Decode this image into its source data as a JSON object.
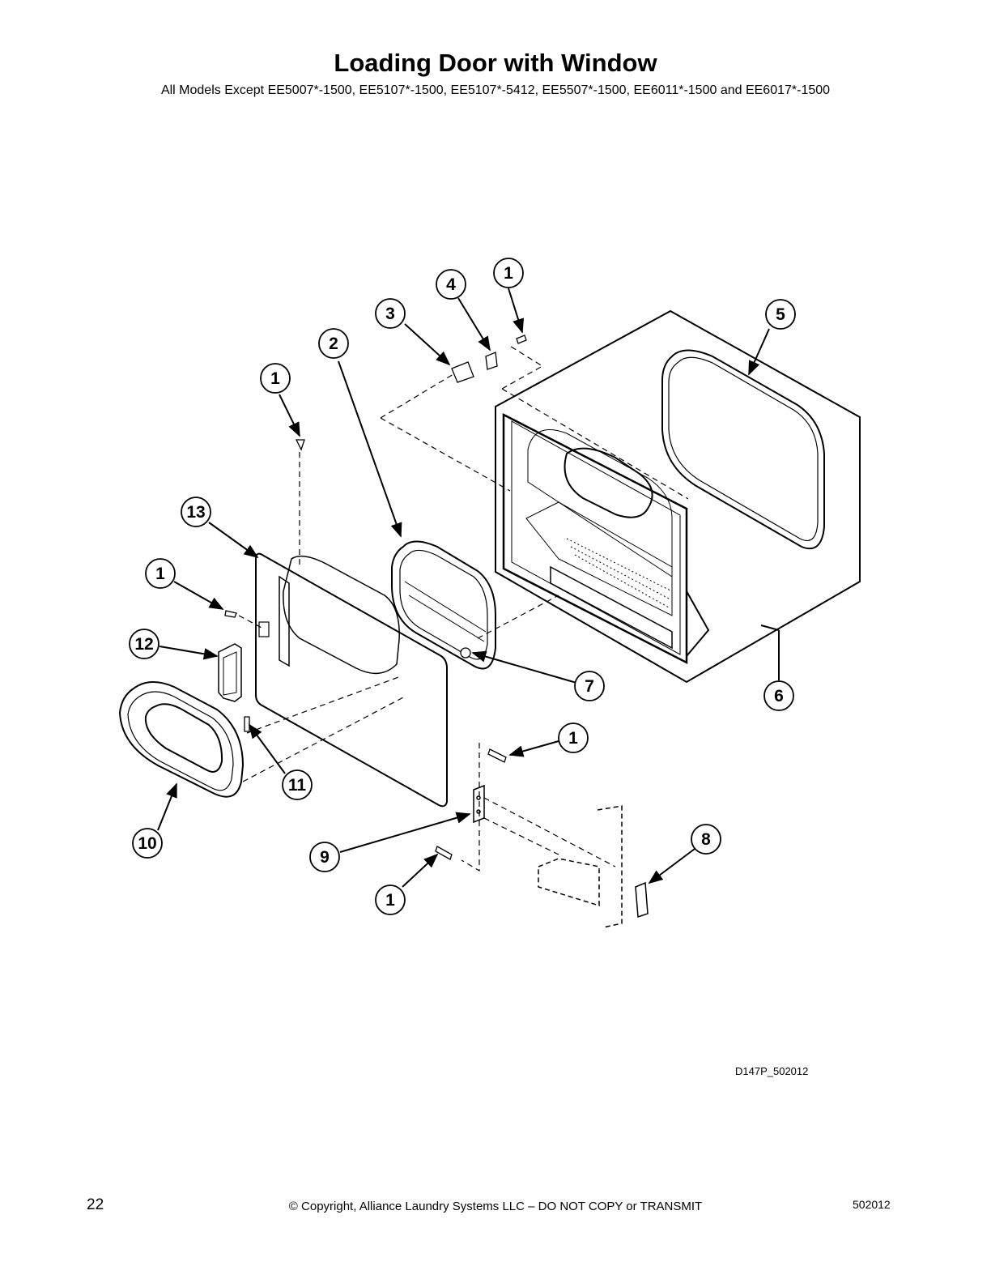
{
  "header": {
    "title": "Loading Door with Window",
    "subtitle": "All Models Except EE5007*-1500, EE5107*-1500, EE5107*-5412, EE5507*-1500, EE6011*-1500 and EE6017*-1500"
  },
  "diagram": {
    "drawing_id": "D147P_502012",
    "callouts": [
      {
        "id": "c1a",
        "label": "1"
      },
      {
        "id": "c4",
        "label": "4"
      },
      {
        "id": "c3",
        "label": "3"
      },
      {
        "id": "c2",
        "label": "2"
      },
      {
        "id": "c5",
        "label": "5"
      },
      {
        "id": "c1b",
        "label": "1"
      },
      {
        "id": "c13",
        "label": "13"
      },
      {
        "id": "c1c",
        "label": "1"
      },
      {
        "id": "c12",
        "label": "12"
      },
      {
        "id": "c7",
        "label": "7"
      },
      {
        "id": "c6",
        "label": "6"
      },
      {
        "id": "c1d",
        "label": "1"
      },
      {
        "id": "c11",
        "label": "11"
      },
      {
        "id": "c10",
        "label": "10"
      },
      {
        "id": "c9",
        "label": "9"
      },
      {
        "id": "c8",
        "label": "8"
      },
      {
        "id": "c1e",
        "label": "1"
      }
    ]
  },
  "footer": {
    "page_number": "22",
    "copyright": "© Copyright, Alliance Laundry Systems LLC – DO NOT COPY or TRANSMIT",
    "doc_number": "502012"
  }
}
